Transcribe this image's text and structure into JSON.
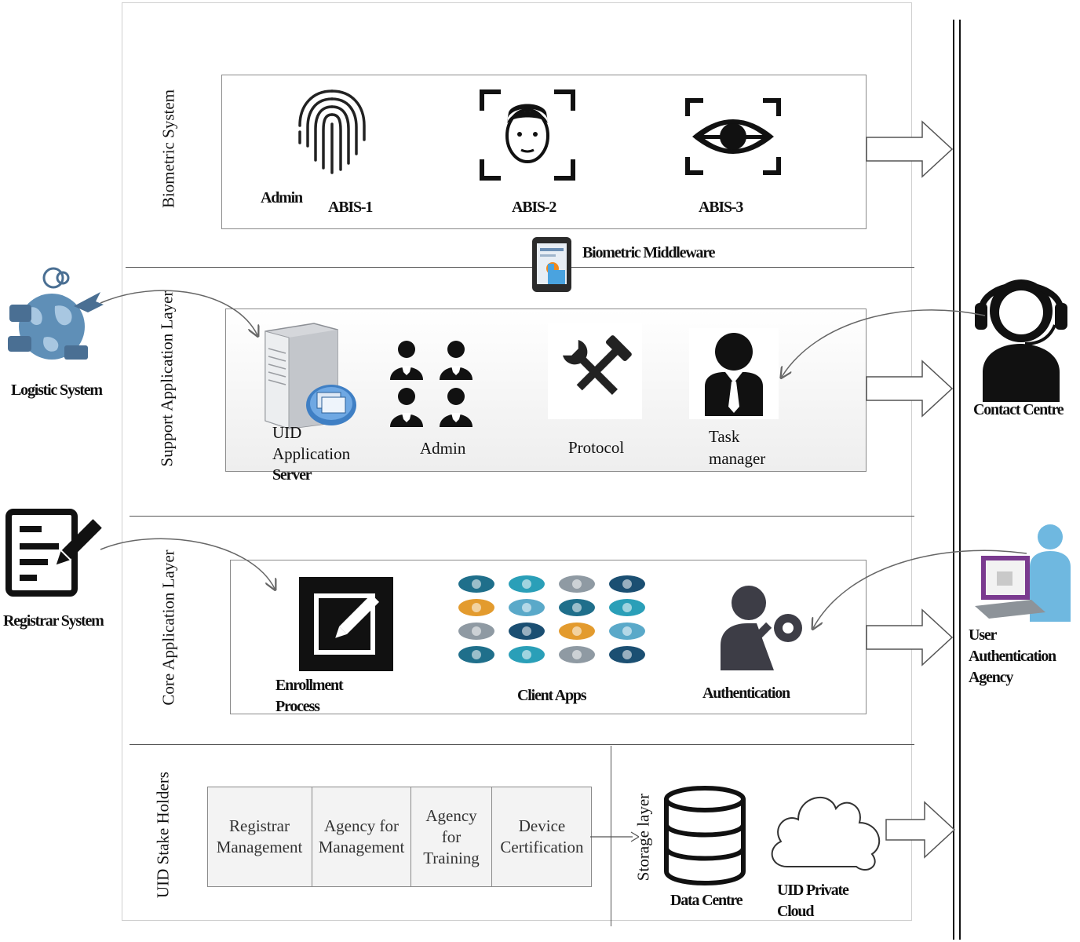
{
  "layers": {
    "biometric": "Biometric System",
    "support": "Support Application Layer",
    "core": "Core Application Layer",
    "stakeholders": "UID Stake Holders",
    "storage": "Storage layer"
  },
  "biometric": {
    "admin": "Admin",
    "abis1": "ABIS-1",
    "abis2": "ABIS-2",
    "abis3": "ABIS-3",
    "middleware": "Biometric Middleware"
  },
  "support": {
    "server_l1": "UID",
    "server_l2": "Application",
    "server_l3": "Server",
    "admin": "Admin",
    "protocol": "Protocol",
    "task_l1": "Task",
    "task_l2": "manager"
  },
  "core": {
    "enroll_l1": "Enrollment",
    "enroll_l2": "Process",
    "client_apps": "Client Apps",
    "authentication": "Authentication"
  },
  "stakeholders": {
    "registrar_l1": "Registrar",
    "registrar_l2": "Management",
    "agency_mgmt_l1": "Agency for",
    "agency_mgmt_l2": "Management",
    "agency_train_l1": "Agency",
    "agency_train_l2": "for",
    "agency_train_l3": "Training",
    "device_l1": "Device",
    "device_l2": "Certification"
  },
  "storage": {
    "data_centre": "Data Centre",
    "cloud_l1": "UID Private",
    "cloud_l2": "Cloud"
  },
  "external": {
    "logistic": "Logistic System",
    "registrar": "Registrar System",
    "contact": "Contact Centre",
    "auth_l1": "User",
    "auth_l2": "Authentication",
    "auth_l3": "Agency"
  },
  "icons": {
    "client_app_colors": [
      "#1f6f8b",
      "#2a9fb8",
      "#8f9aa3",
      "#1b4f72",
      "#e39b2e",
      "#5aa9c9"
    ]
  }
}
